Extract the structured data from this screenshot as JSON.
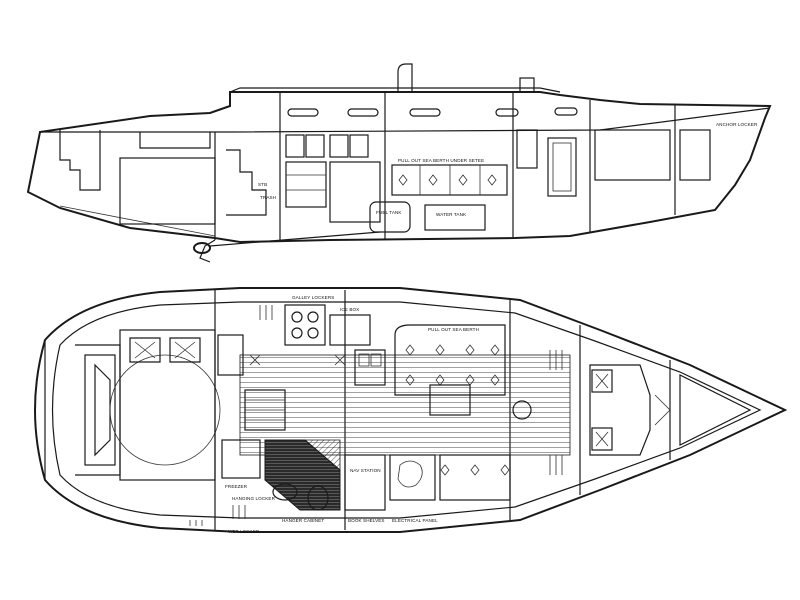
{
  "drawing": {
    "profile_labels": {
      "anchor_locker": "ANCHOR LOCKER",
      "pull_out_berth": "PULL OUT SEA BERTH UNDER SETEE",
      "fuel_tank": "FUEL TANK",
      "water_tank": "WATER TANK",
      "stb": "STB",
      "trash": "TRASH"
    },
    "plan_labels": {
      "galley_lockers": "GALLEY LOCKERS",
      "ice_box": "ICE BOX",
      "pull_out_berth": "PULL OUT SEA BERTH",
      "freezer": "FREEZER",
      "wet_locker": "WET LOCKER",
      "hanging_locker": "HANGING LOCKER",
      "nav_station": "NAV STATION",
      "book_shelves": "BOOK SHELVES",
      "electrical_panel": "ELECTRICAL PANEL",
      "hanger_cabinet": "HANGER CABINET"
    }
  }
}
